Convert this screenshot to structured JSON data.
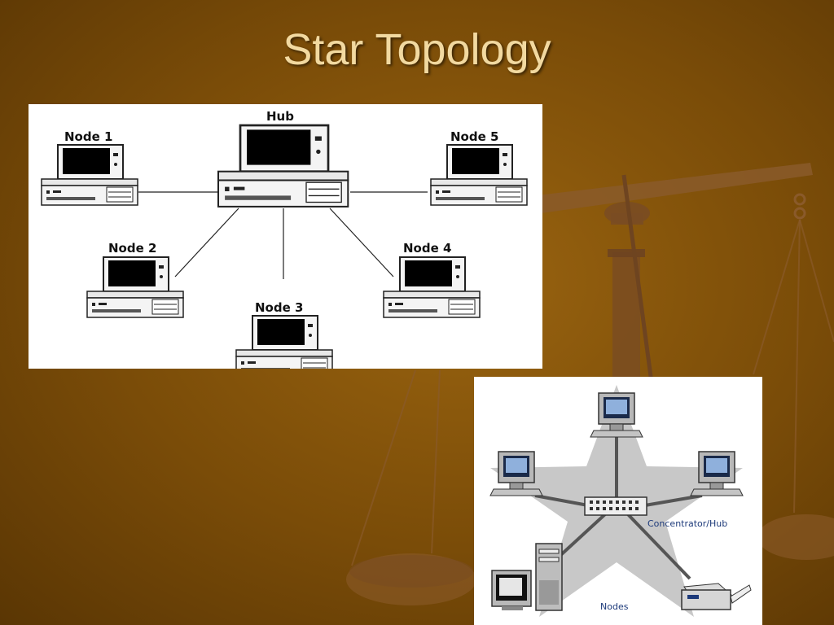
{
  "slide": {
    "title": "Star Topology"
  },
  "diagram1": {
    "hub_label": "Hub",
    "nodes": [
      {
        "label": "Node 1"
      },
      {
        "label": "Node 2"
      },
      {
        "label": "Node 3"
      },
      {
        "label": "Node 4"
      },
      {
        "label": "Node 5"
      }
    ]
  },
  "diagram2": {
    "hub_label": "Concentrator/Hub",
    "nodes_label": "Nodes"
  },
  "colors": {
    "background": "#7a4c08",
    "title": "#f2d9a0",
    "scale": "#8a5a2a",
    "star": "#c8c8c8",
    "label_blue": "#1d3a7a"
  }
}
